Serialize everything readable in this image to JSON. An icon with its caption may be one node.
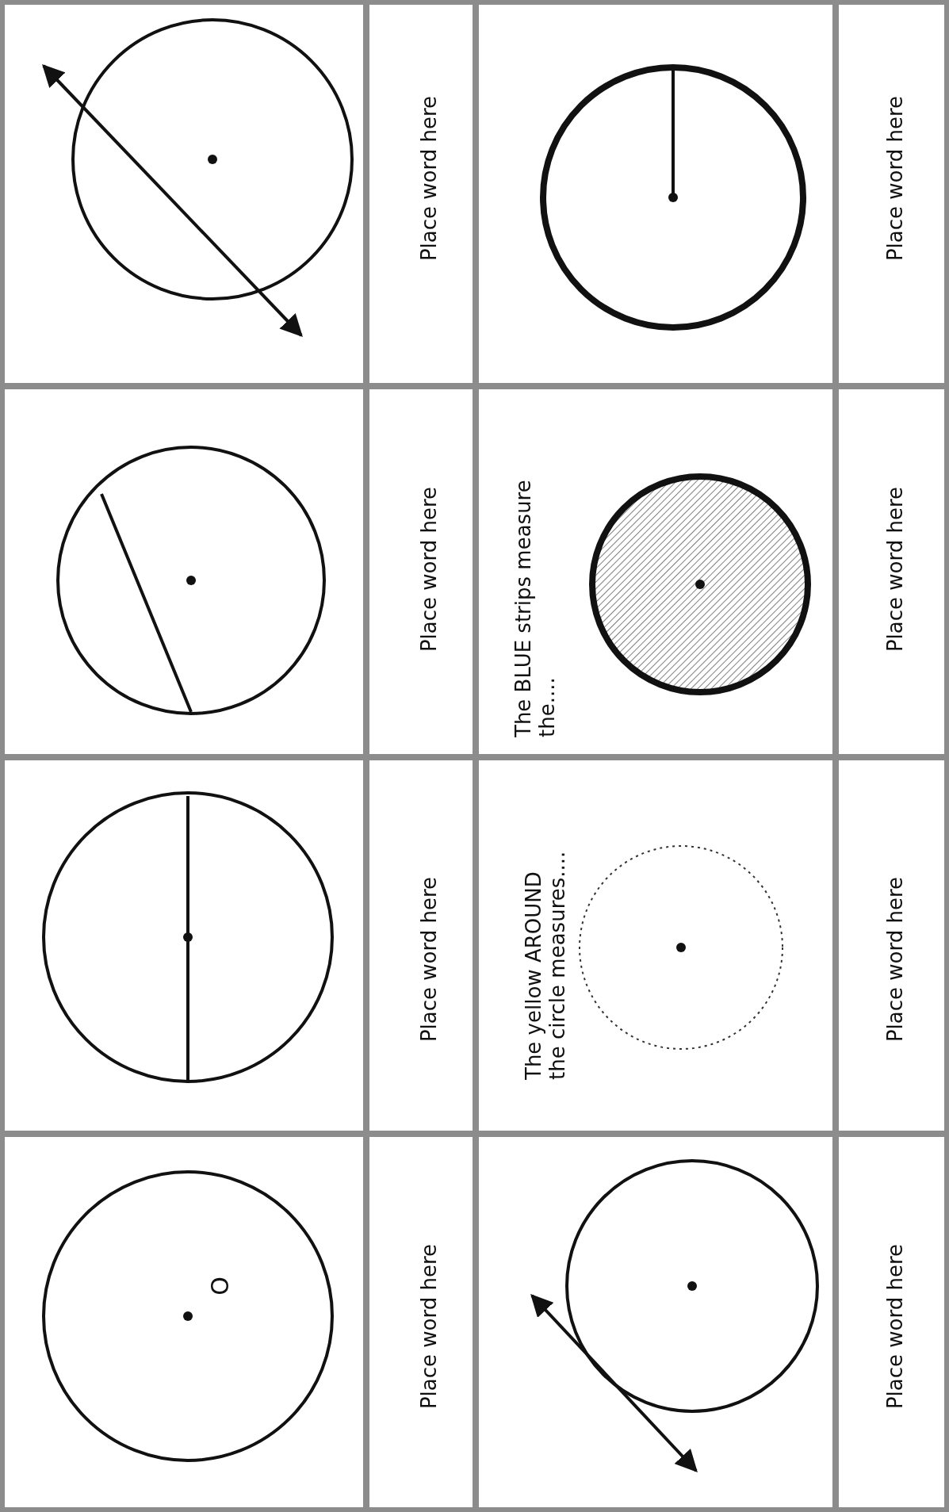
{
  "diagram": {
    "labels": [
      "O",
      "Place word here",
      "Place word here",
      "Place word here",
      "Place word here",
      "The BLUE strips measure the....",
      "The yellow AROUND the circle measures....",
      "Place word here",
      "Place word here",
      "Place word here",
      "Place word here"
    ]
  }
}
